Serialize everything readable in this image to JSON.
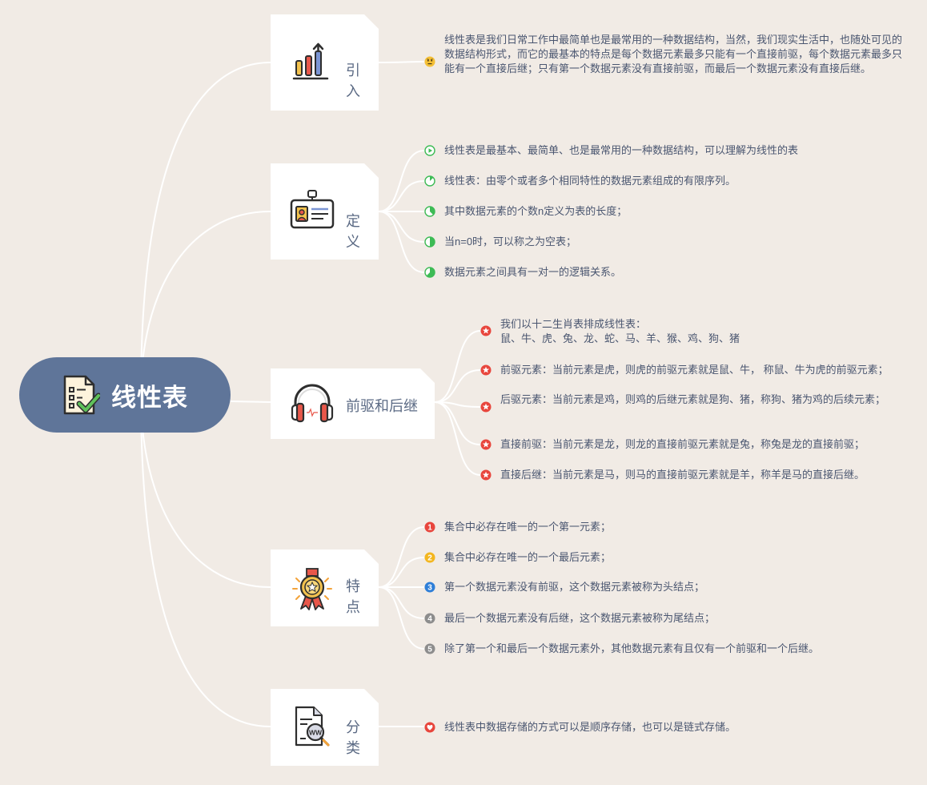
{
  "root": {
    "title": "线性表"
  },
  "colors": {
    "background": "#f1ebe5",
    "root_fill": "#5f7599",
    "connector": "#ffffff",
    "text": "#4a5670",
    "star_marker": "#e8453c",
    "progress_marker": "#3dbb55"
  },
  "branches": [
    {
      "label": "引入",
      "label_chars": [
        "引",
        "入"
      ],
      "icon": "bar-chart-icon",
      "marker": "emoji-neutral-face",
      "items": [
        "线性表是我们日常工作中最简单也是最常用的一种数据结构，当然，我们现实生活中，也随处可见的数据结构形式，而它的最基本的特点是每个数据元素最多只能有一个直接前驱，每个数据元素最多只能有一个直接后继；只有第一个数据元素没有直接前驱，而最后一个数据元素没有直接后继。"
      ]
    },
    {
      "label": "定义",
      "label_chars": [
        "定",
        "义"
      ],
      "icon": "id-badge-icon",
      "marker": "progress-pie",
      "items": [
        "线性表是最基本、最简单、也是最常用的一种数据结构，可以理解为线性的表",
        "线性表：由零个或者多个相同特性的数据元素组成的有限序列。",
        "其中数据元素的个数n定义为表的长度；",
        "当n=0时，可以称之为空表；",
        "数据元素之间具有一对一的逻辑关系。"
      ],
      "progress": [
        0,
        0.125,
        0.375,
        0.5,
        0.625
      ]
    },
    {
      "label": "前驱和后继",
      "icon": "headphones-icon",
      "marker": "star",
      "items": [
        "我们以十二生肖表排成线性表：",
        "鼠、牛、虎、兔、龙、蛇、马、羊、猴、鸡、狗、猪",
        "前驱元素：当前元素是虎，则虎的前驱元素就是鼠、牛， 称鼠、牛为虎的前驱元素；",
        "后驱元素：当前元素是鸡，则鸡的后继元素就是狗、猪，称狗、猪为鸡的后续元素；",
        "直接前驱：当前元素是龙，则龙的直接前驱元素就是兔，称兔是龙的直接前驱；",
        "直接后继：当前元素是马，则马的直接前驱元素就是羊，称羊是马的直接后继。"
      ]
    },
    {
      "label": "特点",
      "label_chars": [
        "特",
        "点"
      ],
      "icon": "award-medal-icon",
      "marker": "number",
      "numbers": [
        "1",
        "2",
        "3",
        "4",
        "5"
      ],
      "number_colors": [
        "#e8453c",
        "#f3b61f",
        "#2f7fd8",
        "#8d8d8d",
        "#8d8d8d"
      ],
      "items": [
        "集合中必存在唯一的一个第一元素；",
        "集合中必存在唯一的一个最后元素；",
        "第一个数据元素没有前驱，这个数据元素被称为头结点；",
        "最后一个数据元素没有后继，这个数据元素被称为尾结点；",
        "除了第一个和最后一个数据元素外，其他数据元素有且仅有一个前驱和一个后继。"
      ]
    },
    {
      "label": "分类",
      "label_chars": [
        "分",
        "类"
      ],
      "icon": "web-document-search-icon",
      "marker": "heart",
      "items": [
        "线性表中数据存储的方式可以是顺序存储，也可以是链式存储。"
      ]
    }
  ]
}
